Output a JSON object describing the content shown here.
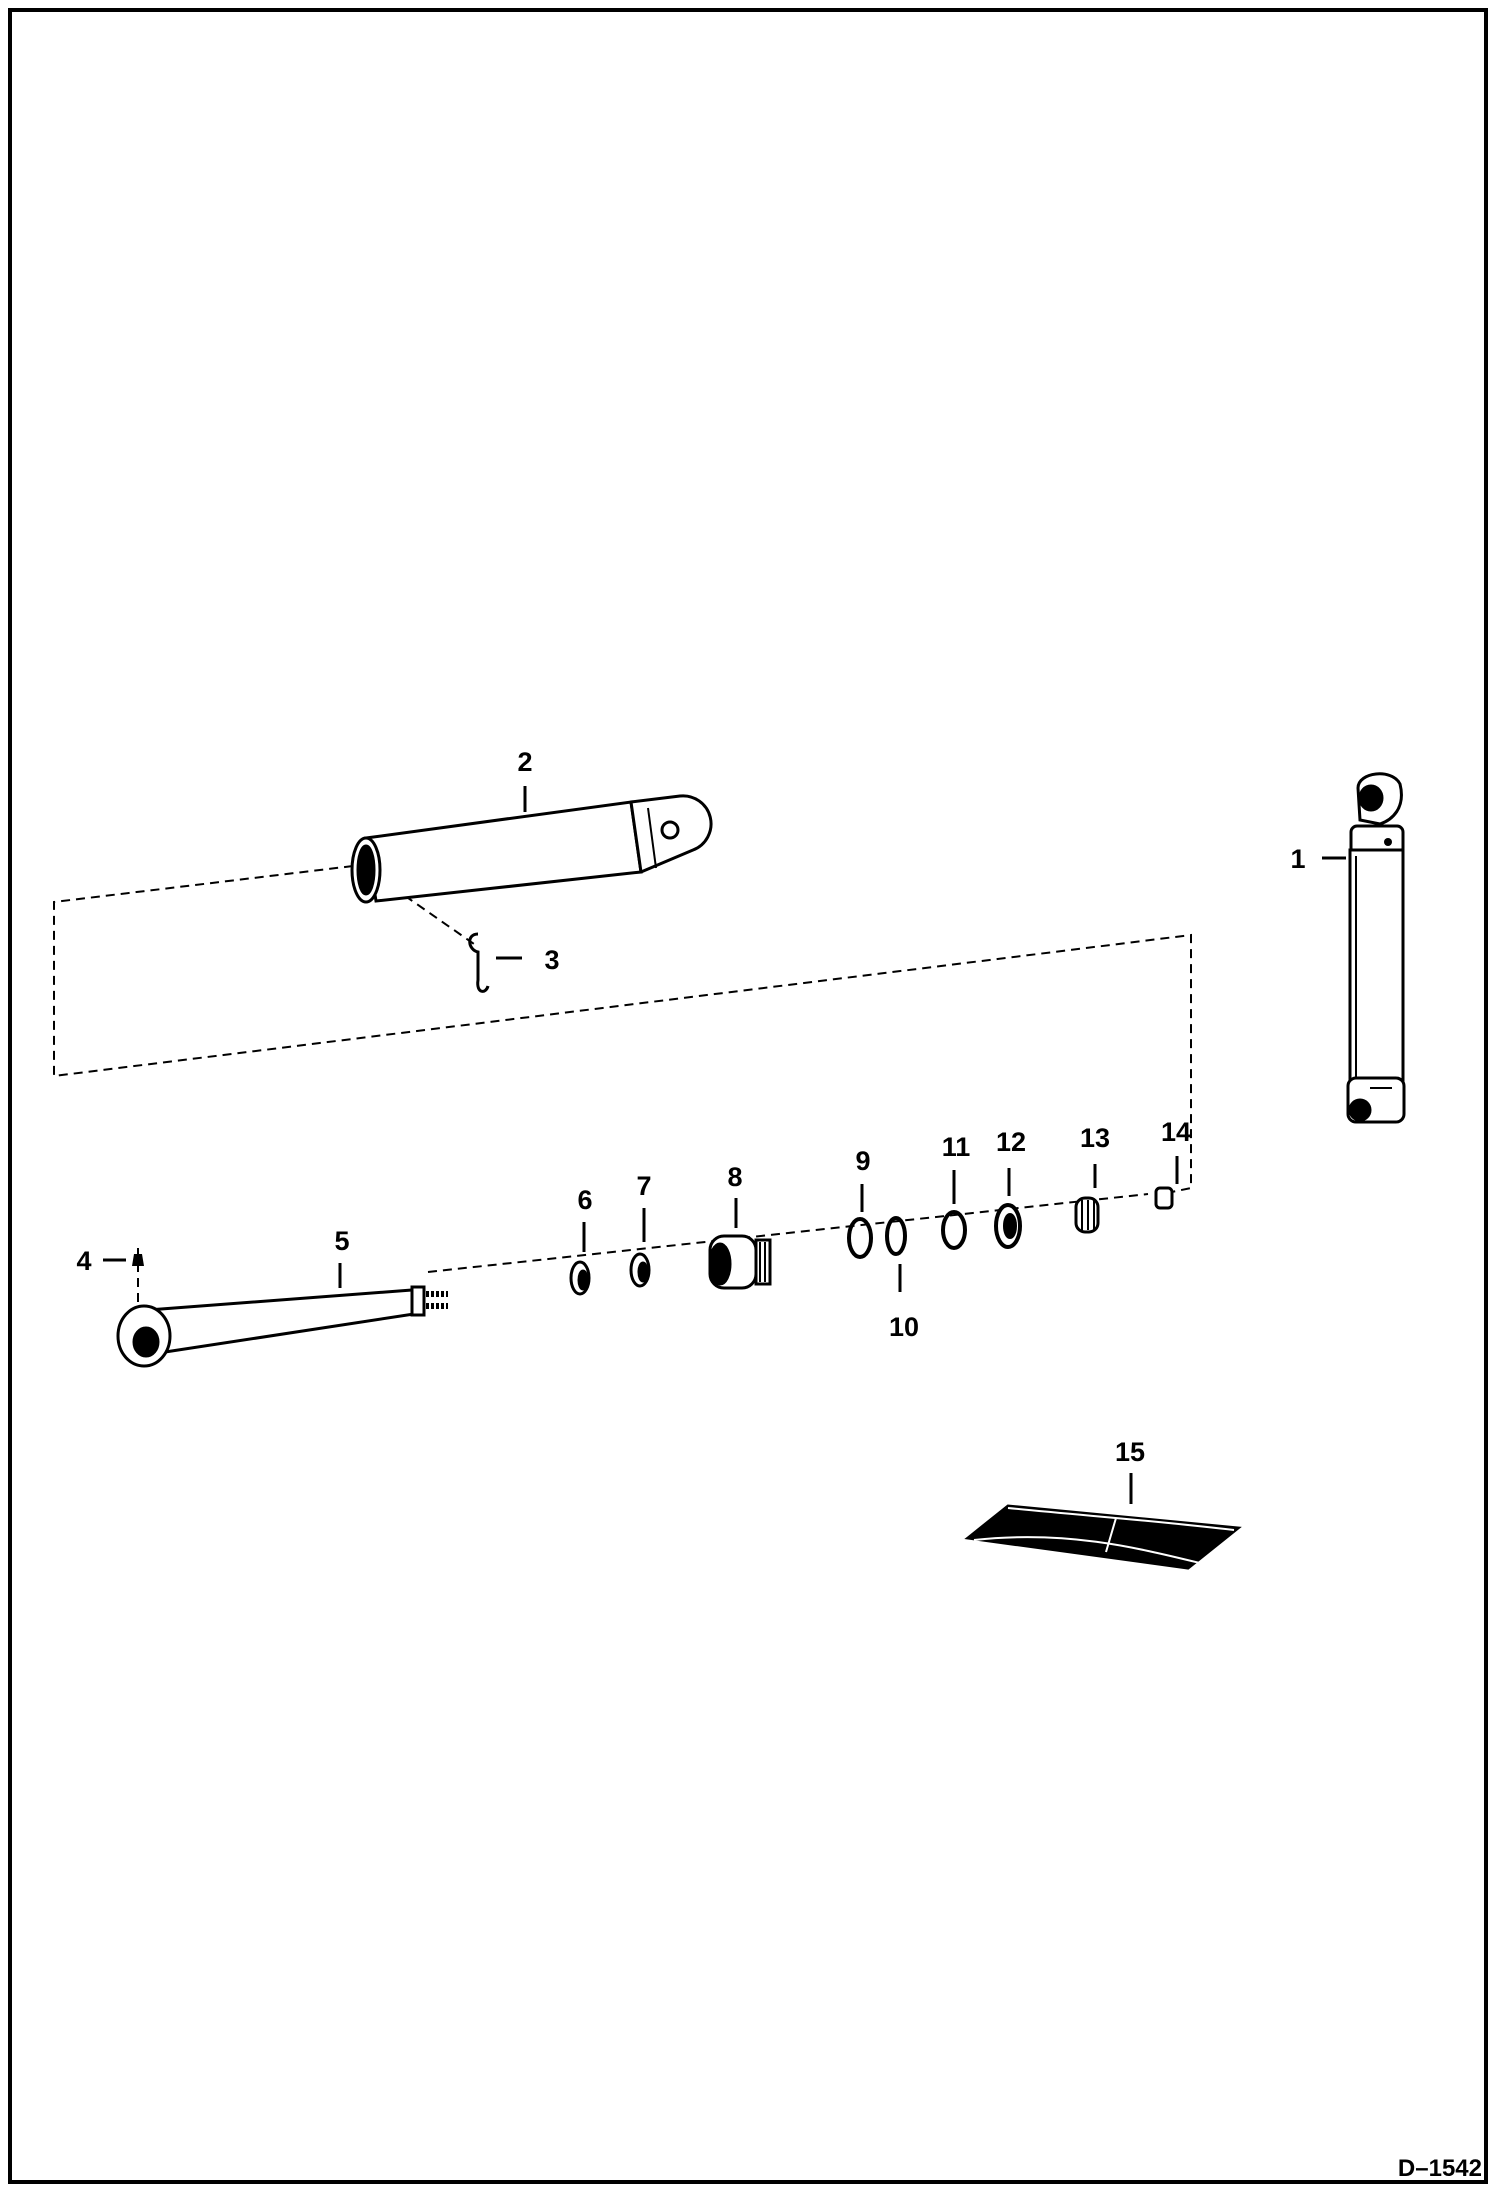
{
  "diagram": {
    "drawing_number": "D–1542",
    "callouts": [
      "1",
      "2",
      "3",
      "4",
      "5",
      "6",
      "7",
      "8",
      "9",
      "10",
      "11",
      "12",
      "13",
      "14",
      "15"
    ]
  },
  "colors": {
    "ink": "#000000",
    "paper": "#ffffff"
  }
}
